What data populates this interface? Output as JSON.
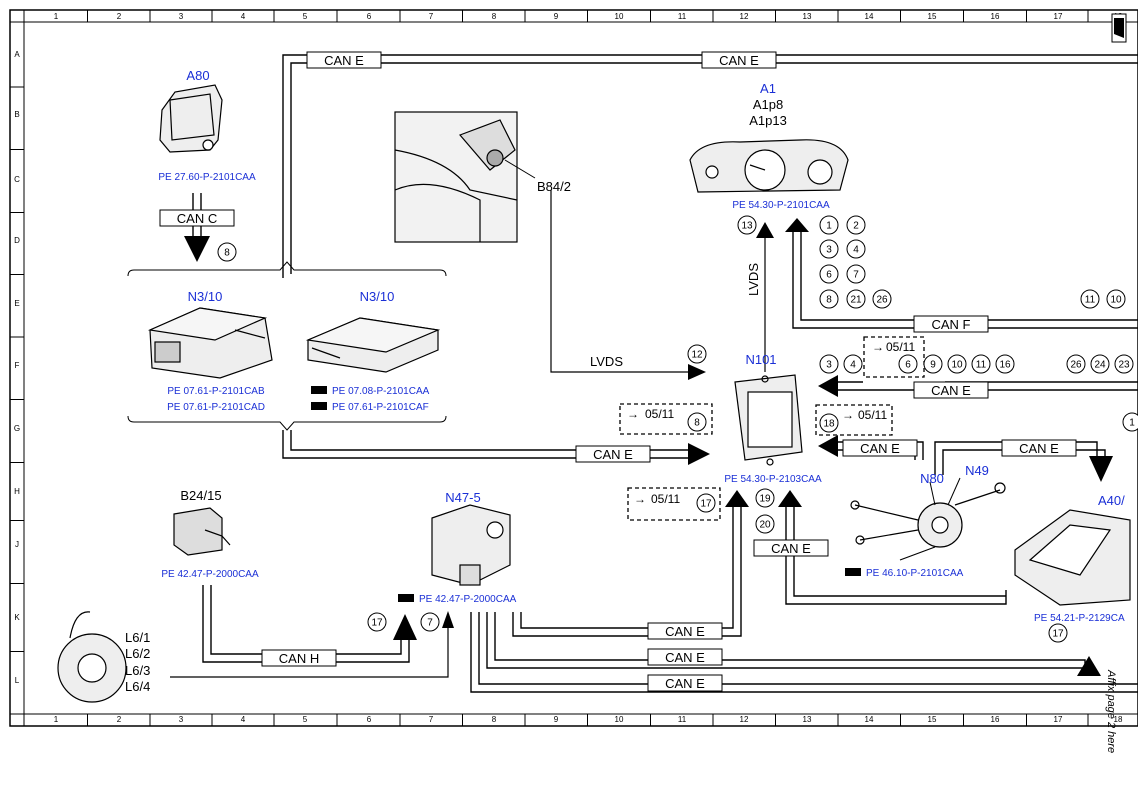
{
  "grid": {
    "columns": [
      "1",
      "2",
      "3",
      "4",
      "5",
      "6",
      "7",
      "8",
      "9",
      "10",
      "11",
      "12",
      "13",
      "14",
      "15",
      "16",
      "17",
      "18"
    ],
    "rows": [
      "A",
      "B",
      "C",
      "D",
      "E",
      "F",
      "G",
      "H",
      "J",
      "K",
      "L"
    ]
  },
  "components": {
    "a80": {
      "id": "A80",
      "ref": "PE 27.60-P-2101CAA"
    },
    "n3_10_left": {
      "id": "N3/10",
      "ref1": "PE 07.61-P-2101CAB",
      "ref2": "PE 07.61-P-2101CAD"
    },
    "n3_10_right": {
      "id": "N3/10",
      "ref1": "PE 07.08-P-2101CAA",
      "ref2": "PE 07.61-P-2101CAF"
    },
    "b84_2": {
      "id": "B84/2"
    },
    "a1": {
      "id": "A1",
      "sub1": "A1p8",
      "sub2": "A1p13",
      "ref": "PE 54.30-P-2101CAA"
    },
    "n101": {
      "id": "N101",
      "ref": "PE 54.30-P-2103CAA"
    },
    "b24_15": {
      "id": "B24/15",
      "ref": "PE 42.47-P-2000CAA"
    },
    "n47_5": {
      "id": "N47-5",
      "ref": "PE 42.47-P-2000CAA"
    },
    "n80": {
      "id": "N80"
    },
    "n49": {
      "id": "N49",
      "ref": "PE 46.10-P-2101CAA"
    },
    "a40": {
      "id": "A40/",
      "ref": "PE 54.21-P-2129CA"
    },
    "l6": {
      "l1": "L6/1",
      "l2": "L6/2",
      "l3": "L6/3",
      "l4": "L6/4"
    }
  },
  "buses": {
    "can_e": "CAN E",
    "can_c": "CAN C",
    "can_f": "CAN F",
    "can_h": "CAN H",
    "lvds": "LVDS"
  },
  "page_refs": {
    "ref_0511": "05/11"
  },
  "circles": {
    "c8a": "8",
    "c13": "13",
    "c1": "1",
    "c2": "2",
    "c3": "3",
    "c4": "4",
    "c6": "6",
    "c7": "7",
    "c8b": "8",
    "c21": "21",
    "c26": "26",
    "c11a": "11",
    "c10a": "10",
    "c12": "12",
    "c3b": "3",
    "c4b": "4",
    "c6b": "6",
    "c9": "9",
    "c10b": "10",
    "c11b": "11",
    "c16": "16",
    "c26b": "26",
    "c24": "24",
    "c23": "23",
    "c8c": "8",
    "c18": "18",
    "c17a": "17",
    "c19": "19",
    "c20": "20",
    "c17b": "17",
    "c7b": "7",
    "c17c": "17",
    "c1e": "1"
  },
  "side_note": "Affix page 2 here"
}
